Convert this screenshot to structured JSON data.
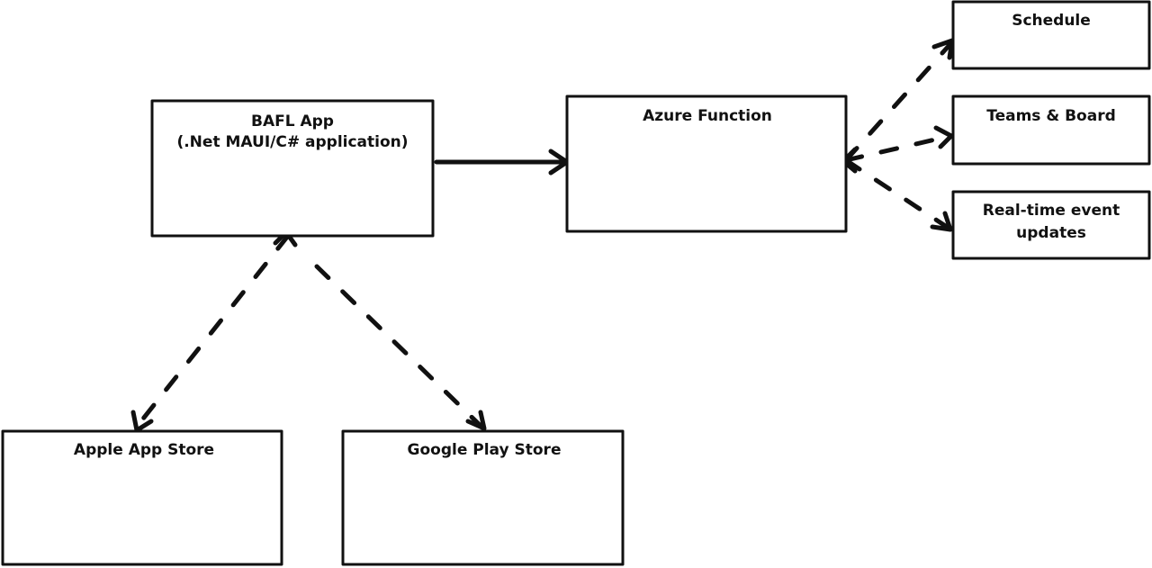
{
  "diagram": {
    "nodes": {
      "bafl_app": {
        "title": "BAFL App",
        "subtitle": "(.Net MAUI/C# application)"
      },
      "azure_function": {
        "title": "Azure Function"
      },
      "schedule": {
        "title": "Schedule"
      },
      "teams_board": {
        "title": "Teams & Board"
      },
      "realtime": {
        "title_line1": "Real-time event",
        "title_line2": "updates"
      },
      "apple_store": {
        "title": "Apple App Store"
      },
      "google_play": {
        "title": "Google Play Store"
      }
    },
    "edges": [
      {
        "from": "bafl_app",
        "to": "azure_function",
        "style": "solid"
      },
      {
        "from": "azure_function",
        "to": "schedule",
        "style": "dashed"
      },
      {
        "from": "azure_function",
        "to": "teams_board",
        "style": "dashed"
      },
      {
        "from": "azure_function",
        "to": "realtime",
        "style": "dashed"
      },
      {
        "from": "bafl_app",
        "to": "apple_store",
        "style": "dashed"
      },
      {
        "from": "bafl_app",
        "to": "google_play",
        "style": "dashed"
      }
    ],
    "colors": {
      "stroke": "#111111",
      "background": "#ffffff"
    }
  }
}
